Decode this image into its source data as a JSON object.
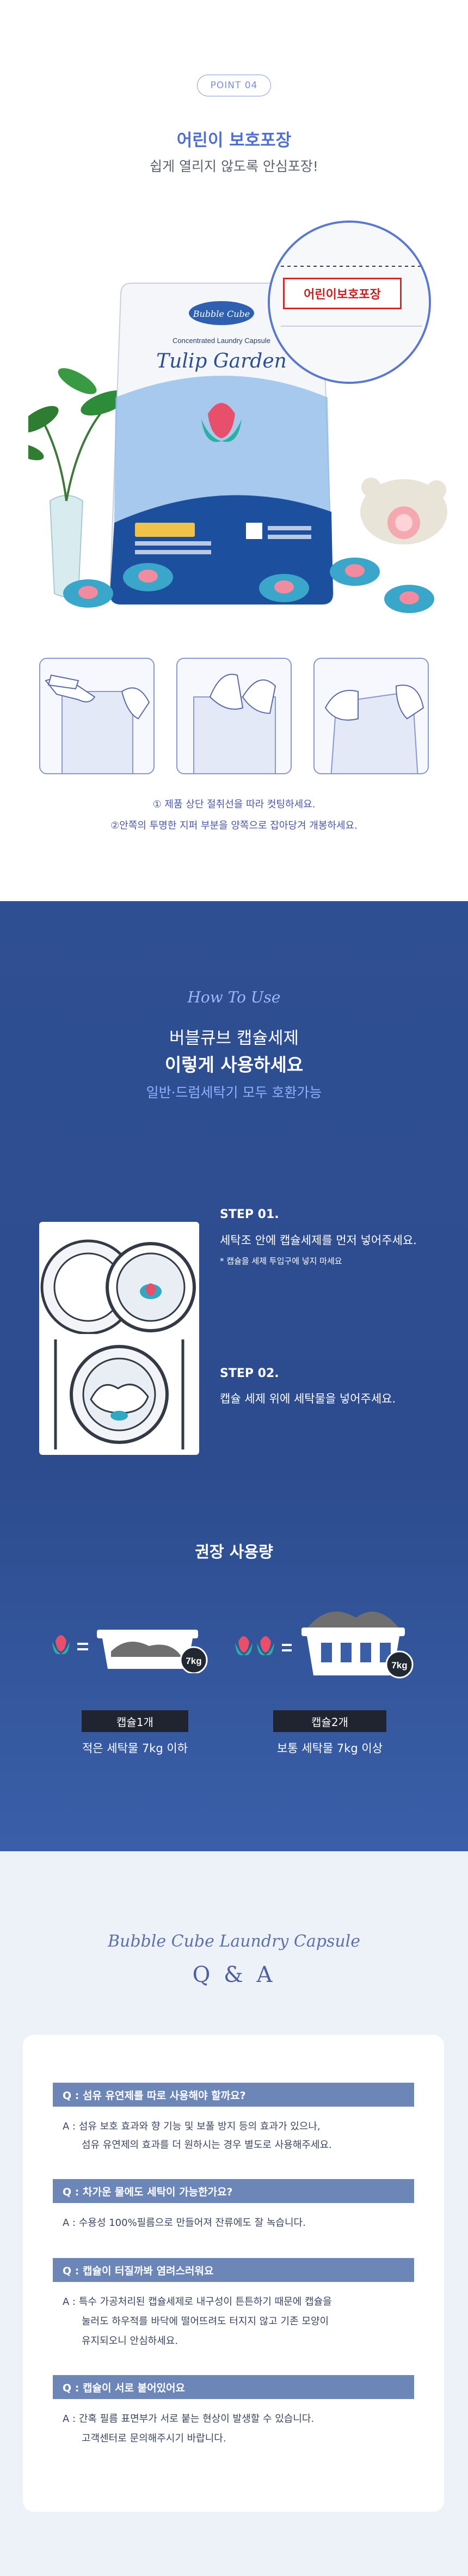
{
  "point": {
    "badge": "POINT 04",
    "title": "어린이 보호포장",
    "subtitle": "쉽게 열리지 않도록 안심포장!",
    "zoom_label": "어린이보호포장",
    "product": {
      "brand": "Bubble Cube",
      "line": "Concentrated Laundry Capsule",
      "name": "Tulip Garden"
    },
    "notes": [
      "① 제품 상단 절취선을 따라 컷팅하세요.",
      "②안쪽의 투명한 지퍼 부분을 양쪽으로 잡아당겨 개봉하세요."
    ]
  },
  "howto": {
    "eyebrow": "How To Use",
    "title_line1": "버블큐브 캡슐세제",
    "title_line2": "이렇게 사용하세요",
    "subtitle": "일반·드럼세탁기 모두 호환가능",
    "steps": [
      {
        "title": "STEP 01.",
        "desc": "세탁조 안에 캡슐세제를 먼저 넣어주세요.",
        "note": "* 캡슐을 세제 투입구에 넣지 마세요"
      },
      {
        "title": "STEP 02.",
        "desc": "캡슐 세제 위에 세탁물을 넣어주세요.",
        "note": ""
      }
    ],
    "dose": {
      "title": "권장 사용량",
      "items": [
        {
          "weight": "7kg",
          "pill": "캡슐1개",
          "desc": "적은 세탁물 7kg 이하"
        },
        {
          "weight": "7kg",
          "pill": "캡슐2개",
          "desc": "보통 세탁물 7kg 이상"
        }
      ]
    }
  },
  "qa": {
    "subtitle": "Bubble Cube Laundry Capsule",
    "title": "Q & A",
    "items": [
      {
        "q": "Q : 섬유 유연제를 따로 사용해야 할까요?",
        "a": [
          "A : 섬유 보호 효과와 향 기능 및 보풀 방지 등의 효과가 있으나,",
          "섬유 유연제의 효과를 더 원하시는 경우 별도로 사용해주세요."
        ]
      },
      {
        "q": "Q : 차가운 물에도 세탁이 가능한가요?",
        "a": [
          "A : 수용성 100%필름으로 만들어져 잔류에도 잘 녹습니다."
        ]
      },
      {
        "q": "Q : 캡슐이 터질까봐 염려스러워요",
        "a": [
          "A : 특수 가공처리된 캡슐세제로 내구성이 튼튼하기 때문에 캡슐을",
          "눌러도 하우적를 바닥에 떨어뜨려도 터지지 않고 기존 모양이",
          "유지되오니 안심하세요."
        ]
      },
      {
        "q": "Q : 캡슐이 서로 붙어있어요",
        "a": [
          "A : 간혹 필름 표면부가 서로 붙는 현상이 발생할 수 있습니다.",
          "고객센터로 문의해주시기 바랍니다."
        ]
      }
    ]
  },
  "colors": {
    "navy": "#2f4f93",
    "accent": "#4f6fcf",
    "red": "#d62828",
    "qbar": "#6c86b8"
  }
}
